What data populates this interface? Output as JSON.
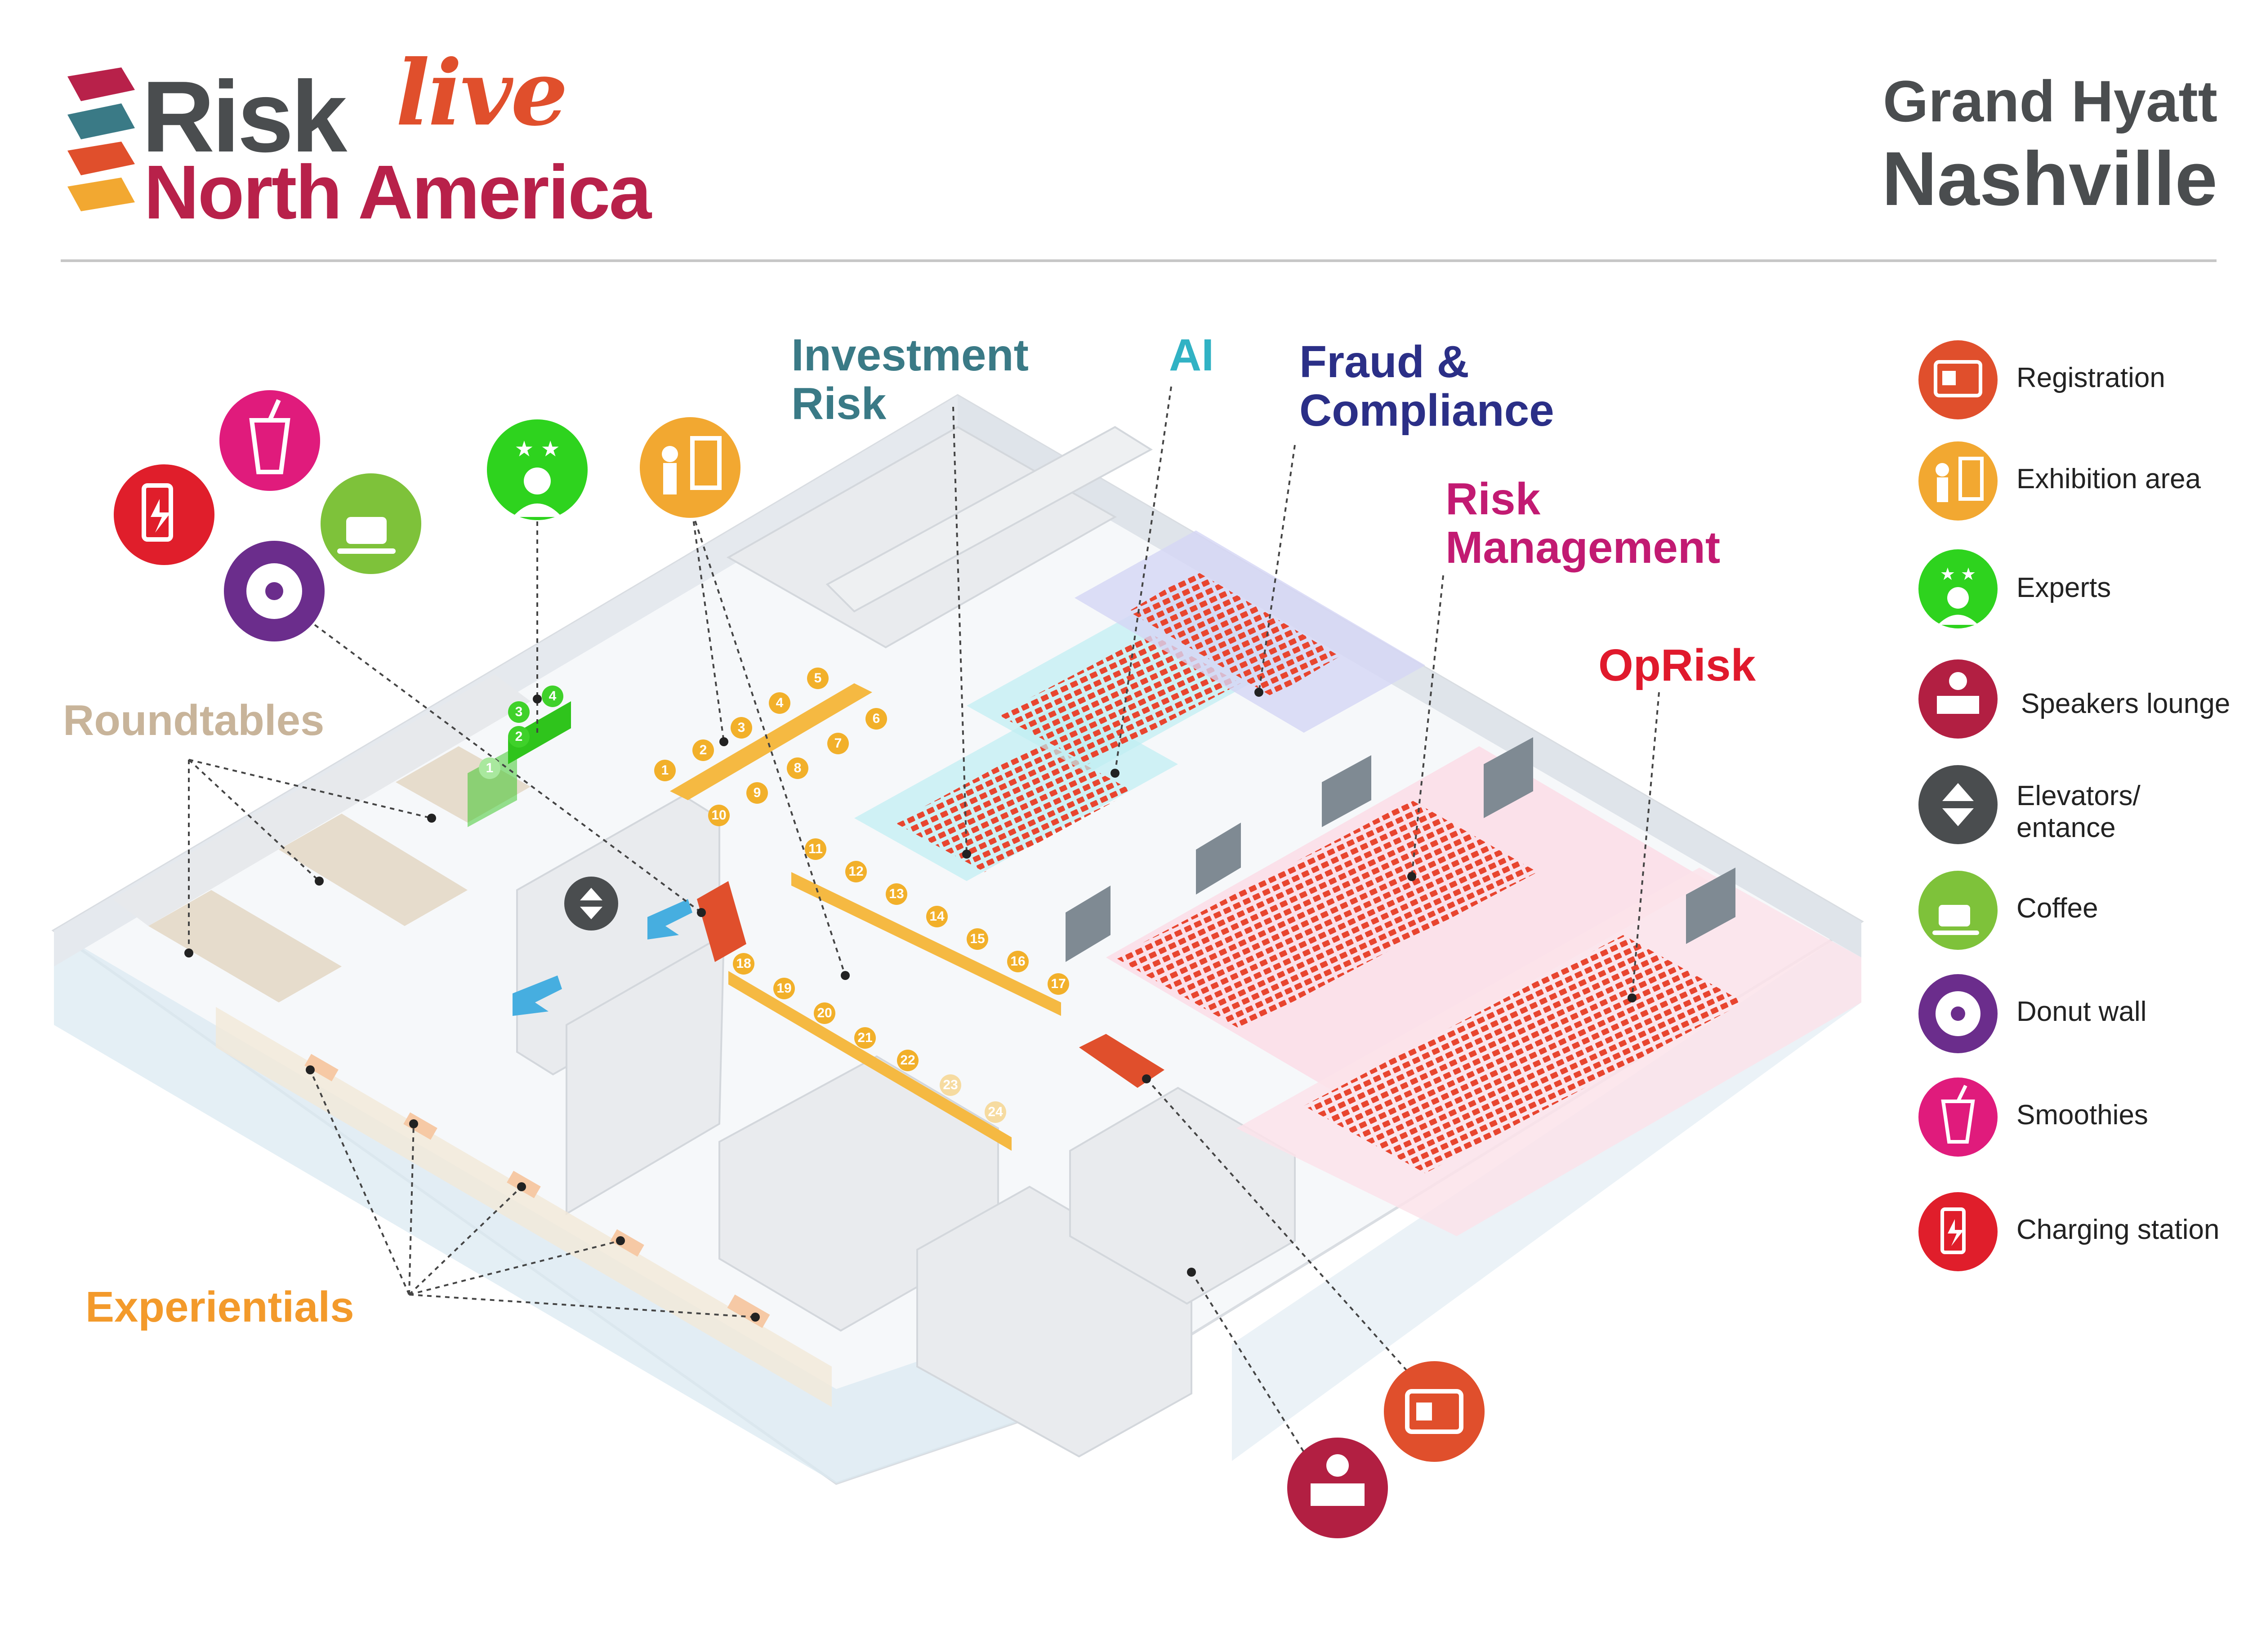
{
  "logo": {
    "word1": "Risk",
    "word2": "live",
    "word3": "North America"
  },
  "venue": {
    "line1": "Grand Hyatt",
    "line2": "Nashville"
  },
  "zones": {
    "investment_risk": {
      "line1": "Investment",
      "line2": "Risk",
      "color": "#3a7a86"
    },
    "ai": {
      "line1": "AI",
      "color": "#31b2c4"
    },
    "fraud": {
      "line1": "Fraud &",
      "line2": "Compliance",
      "color": "#2b2f87"
    },
    "risk_management": {
      "line1": "Risk",
      "line2": "Management",
      "color": "#c21a72"
    },
    "oprisk": {
      "line1": "OpRisk",
      "color": "#e0192c"
    },
    "roundtables": {
      "line1": "Roundtables",
      "color": "#c8b49a"
    },
    "experientials": {
      "line1": "Experientials",
      "color": "#f39a2b"
    }
  },
  "legend": [
    {
      "label": "Registration",
      "icon": "registration-icon",
      "color": "#e04f2c"
    },
    {
      "label": "Exhibition area",
      "icon": "exhibition-icon",
      "color": "#f2a831"
    },
    {
      "label": "Experts",
      "icon": "experts-icon",
      "color": "#2ed31e"
    },
    {
      "label": "Speakers lounge",
      "icon": "speakers-lounge-icon",
      "color": "#b21f42"
    },
    {
      "label": "Elevators/\nentance",
      "icon": "elevator-icon",
      "color": "#4a4d4f"
    },
    {
      "label": "Coffee",
      "icon": "coffee-icon",
      "color": "#7ec23a"
    },
    {
      "label": "Donut wall",
      "icon": "donut-icon",
      "color": "#6b2d8c"
    },
    {
      "label": "Smoothies",
      "icon": "smoothie-icon",
      "color": "#e01b7c"
    },
    {
      "label": "Charging station",
      "icon": "charging-icon",
      "color": "#e01e2b"
    }
  ],
  "booth_numbers": [
    "1",
    "2",
    "3",
    "4",
    "5",
    "6",
    "7",
    "8",
    "9",
    "10",
    "11",
    "12",
    "13",
    "14",
    "15",
    "16",
    "17",
    "18",
    "19",
    "20",
    "21",
    "22",
    "23",
    "24"
  ],
  "expert_booth_numbers": [
    "1",
    "2",
    "3",
    "4"
  ]
}
